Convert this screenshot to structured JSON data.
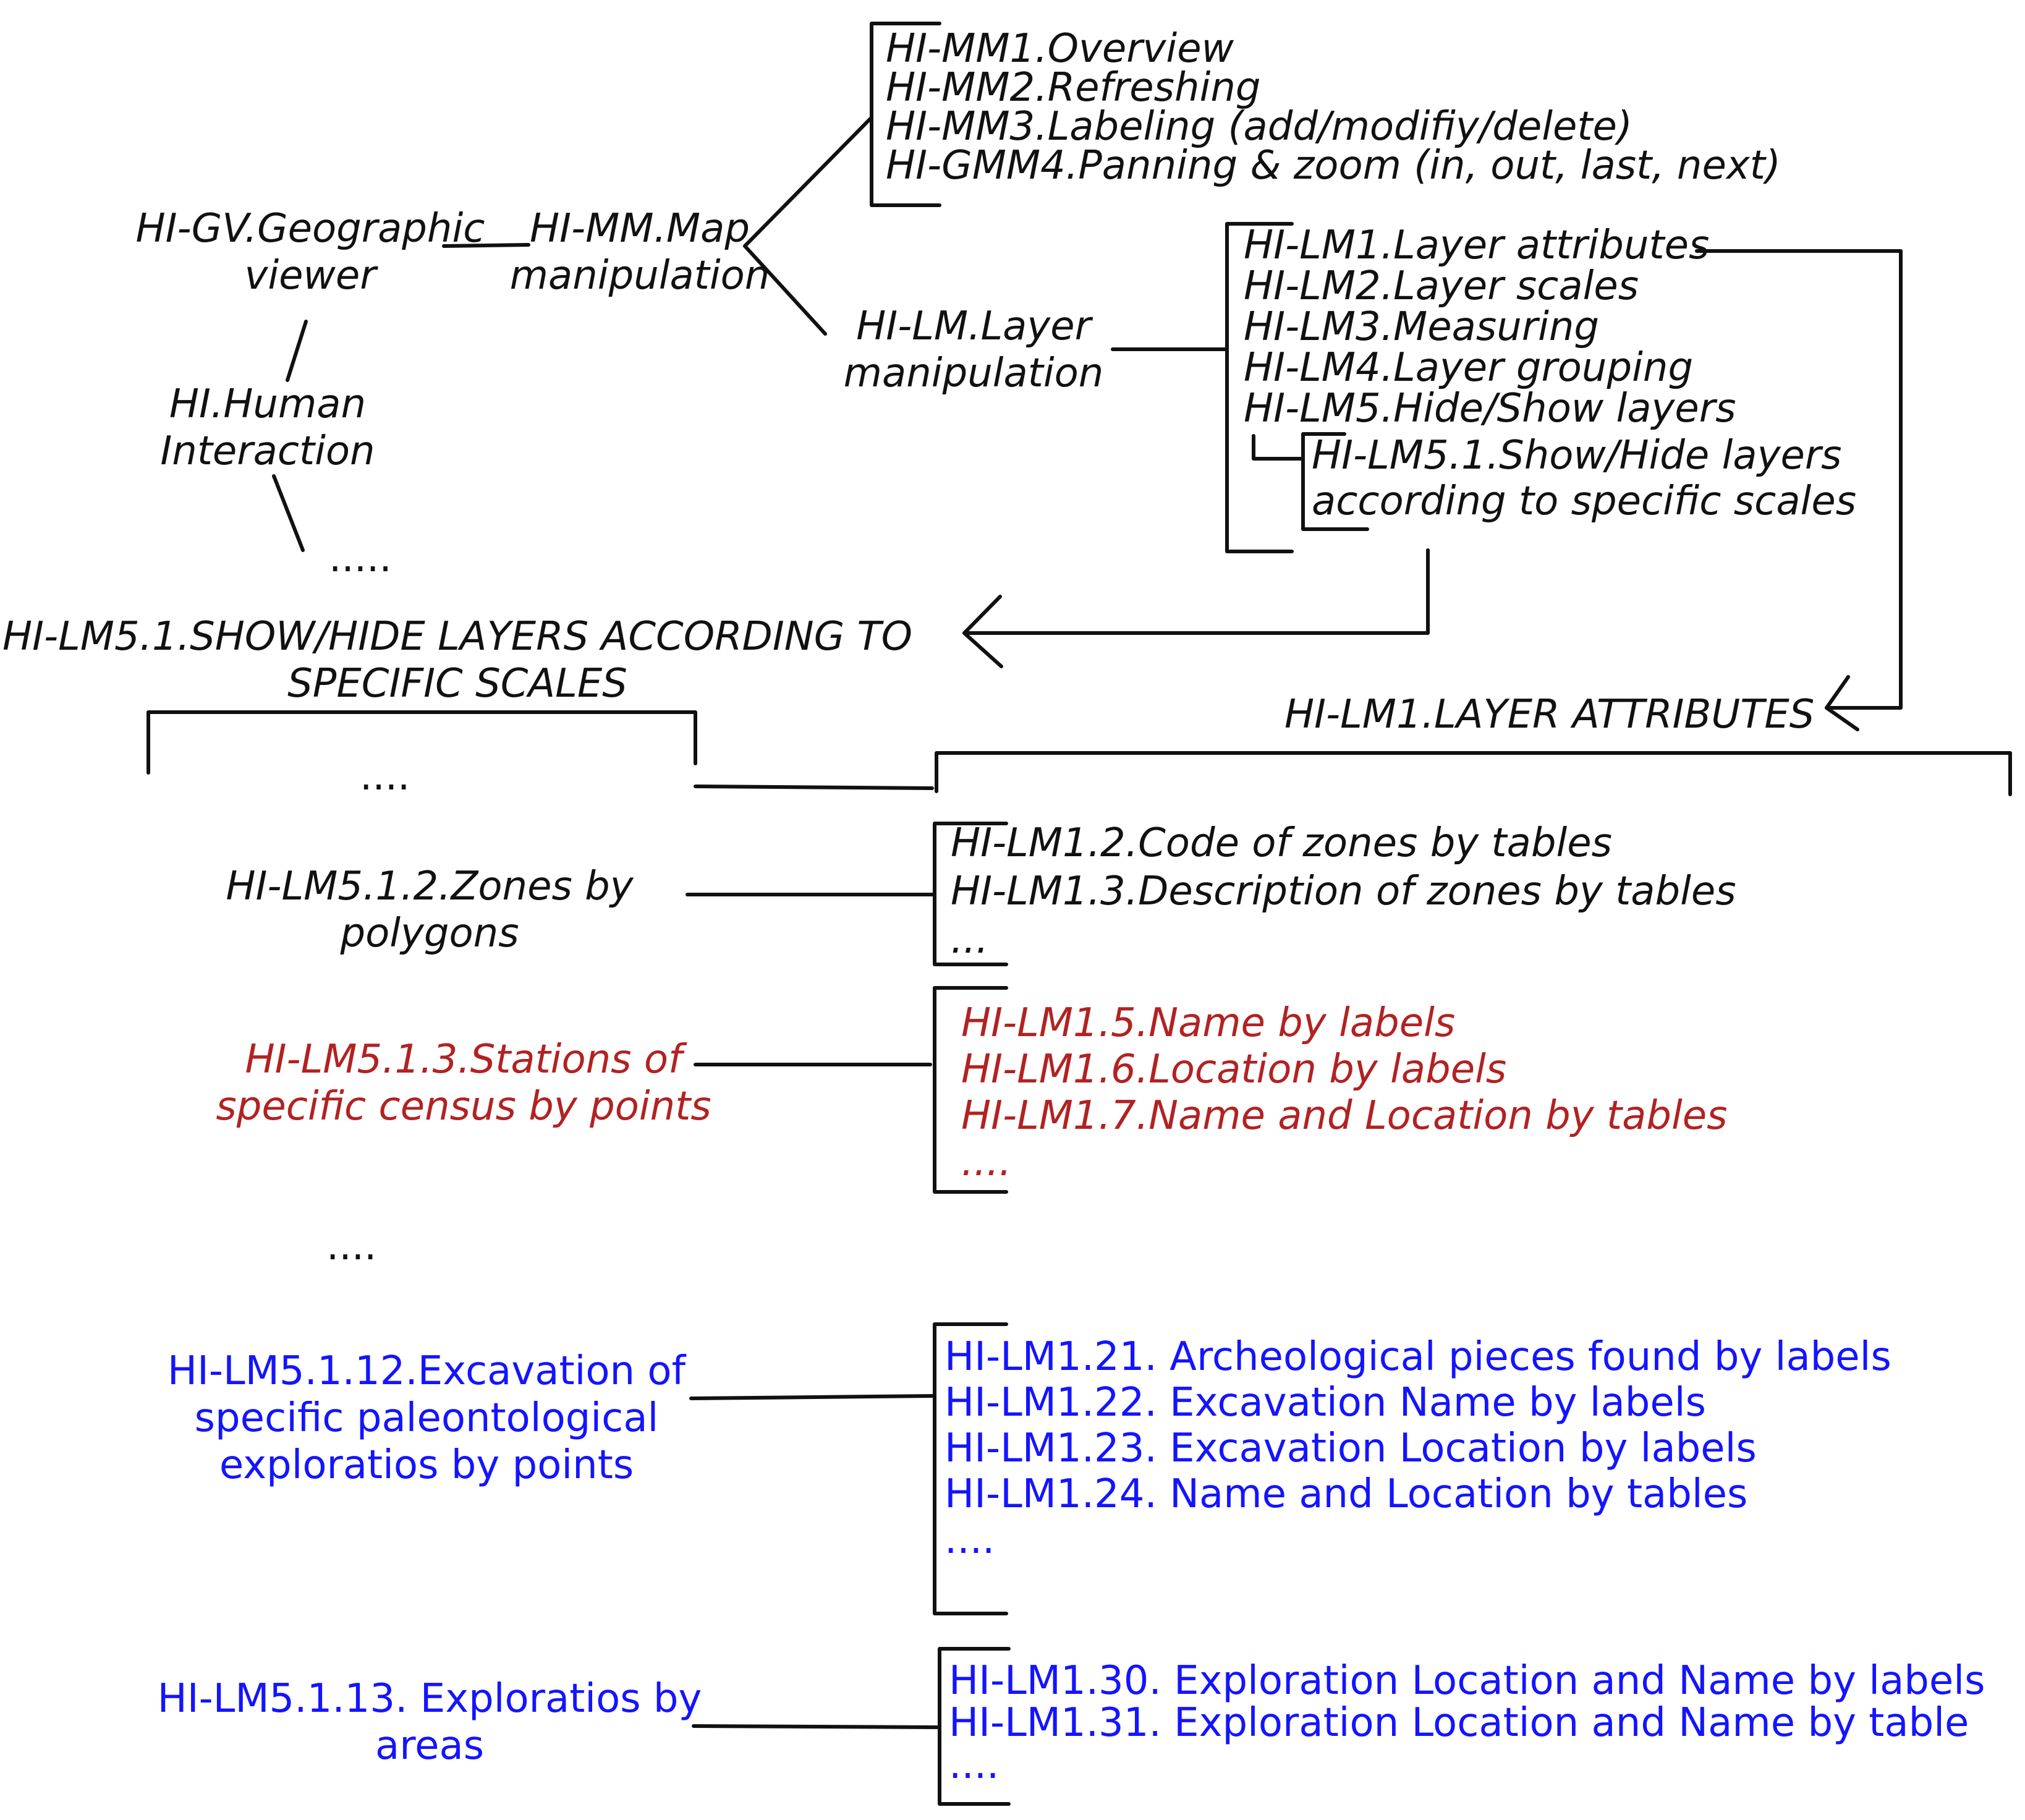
{
  "colors": {
    "line": "#111111",
    "text": "#111111",
    "red": "#b22222",
    "blue": "#1414ff"
  },
  "root": {
    "geo_viewer": [
      "HI-GV.Geographic",
      "viewer"
    ],
    "human_interaction": [
      "HI.Human",
      "Interaction"
    ],
    "ellipsis": "....."
  },
  "map_manipulation": {
    "label": [
      "HI-MM.Map",
      "manipulation"
    ],
    "items": [
      "HI-MM1.Overview",
      "HI-MM2.Refreshing",
      "HI-MM3.Labeling (add/modifiy/delete)",
      "HI-GMM4.Panning & zoom (in, out, last, next)"
    ]
  },
  "layer_manipulation": {
    "label": [
      "HI-LM.Layer",
      "manipulation"
    ],
    "items": [
      "HI-LM1.Layer attributes",
      "HI-LM2.Layer scales",
      "HI-LM3.Measuring",
      "HI-LM4.Layer grouping",
      "HI-LM5.Hide/Show layers"
    ],
    "sub_item": [
      "HI-LM5.1.Show/Hide layers",
      "according to specific scales"
    ]
  },
  "show_hide_section": {
    "title": [
      "HI-LM5.1.SHOW/HIDE LAYERS ACCORDING TO",
      "SPECIFIC SCALES"
    ],
    "top_ellipsis": "....",
    "zones": [
      "HI-LM5.1.2.Zones by",
      "polygons"
    ],
    "stations": [
      "HI-LM5.1.3.Stations of",
      "specific census by points"
    ],
    "mid_ellipsis": "....",
    "excavation": [
      "HI-LM5.1.12.Excavation of",
      "specific paleontological",
      "exploratios by points"
    ],
    "exploratios": [
      "HI-LM5.1.13. Exploratios by",
      "areas"
    ]
  },
  "layer_attributes_section": {
    "title": "HI-LM1.LAYER ATTRIBUTES",
    "zones_items": [
      "HI-LM1.2.Code of zones by tables",
      "HI-LM1.3.Description of zones by tables",
      "..."
    ],
    "stations_items": [
      "HI-LM1.5.Name by labels",
      "HI-LM1.6.Location by labels",
      "HI-LM1.7.Name and Location by tables",
      "...."
    ],
    "excavation_items": [
      "HI-LM1.21. Archeological pieces found by labels",
      "HI-LM1.22. Excavation Name by labels",
      "HI-LM1.23. Excavation Location by labels",
      "HI-LM1.24. Name and Location by tables",
      "...."
    ],
    "exploration_items": [
      "HI-LM1.30. Exploration Location and Name by labels",
      "HI-LM1.31. Exploration Location and Name by table",
      "...."
    ]
  }
}
